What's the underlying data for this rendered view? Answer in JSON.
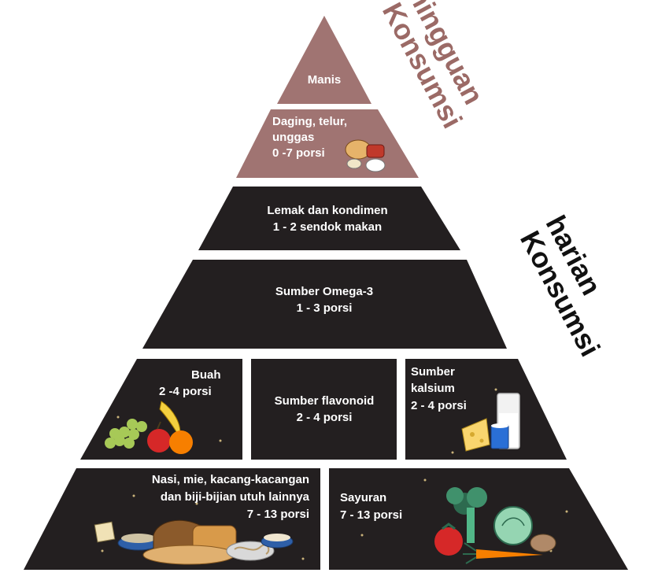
{
  "side_labels": {
    "weekly": [
      "Konsumsi",
      "mingguan"
    ],
    "daily": [
      "Konsumsi",
      "harian"
    ]
  },
  "tiers": {
    "sweets": {
      "label": "Manis"
    },
    "meat": {
      "lines": [
        "Daging, telur,",
        "unggas",
        "0 -7 porsi"
      ]
    },
    "fats": {
      "lines": [
        "Lemak dan kondimen",
        "1 - 2 sendok makan"
      ]
    },
    "omega": {
      "lines": [
        "Sumber Omega-3",
        "1 - 3 porsi"
      ]
    },
    "fruit": {
      "lines": [
        "Buah",
        "2 -4 porsi"
      ]
    },
    "flavonoid": {
      "lines": [
        "Sumber flavonoid",
        "2 - 4 porsi"
      ]
    },
    "calcium": {
      "lines": [
        "Sumber",
        "kalsium",
        "2 - 4 porsi"
      ]
    },
    "grains": {
      "lines": [
        "Nasi, mie, kacang-kacangan",
        "dan biji-bijian utuh lainnya",
        "7 - 13 porsi"
      ]
    },
    "vegetables": {
      "lines": [
        "Sayuran",
        "7 - 13 porsi"
      ]
    }
  },
  "colors": {
    "weekly_fill": "#a07472",
    "daily_fill": "#231f20",
    "text": "#ffffff",
    "weekly_label": "#9b6a66",
    "daily_label": "#111111"
  },
  "icons": [
    "poultry-meat-icon",
    "fruit-icon",
    "cheese-milk-icon",
    "bread-grains-icon",
    "vegetables-icon"
  ]
}
